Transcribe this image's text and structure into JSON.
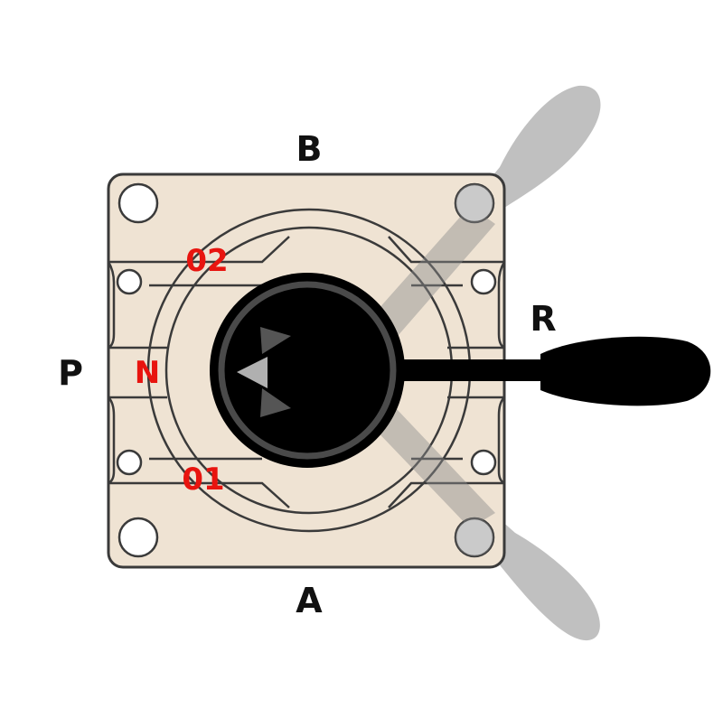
{
  "ports": {
    "top": "B",
    "bottom": "A",
    "left": "P",
    "right": "R"
  },
  "positions": {
    "upper": "02",
    "center": "N",
    "lower": "01"
  },
  "colors": {
    "body": "#efe3d3",
    "outline": "#3a3a3a",
    "knob": "#000000",
    "handle": "#000000",
    "ghost_handle": "#a6a6a6",
    "position_label": "#e8140f",
    "port_label": "#111111"
  },
  "handle": {
    "active_position": "N",
    "ghost_positions": [
      "02",
      "01"
    ]
  },
  "icons": {
    "direction": "triangle-arrow-icon"
  }
}
